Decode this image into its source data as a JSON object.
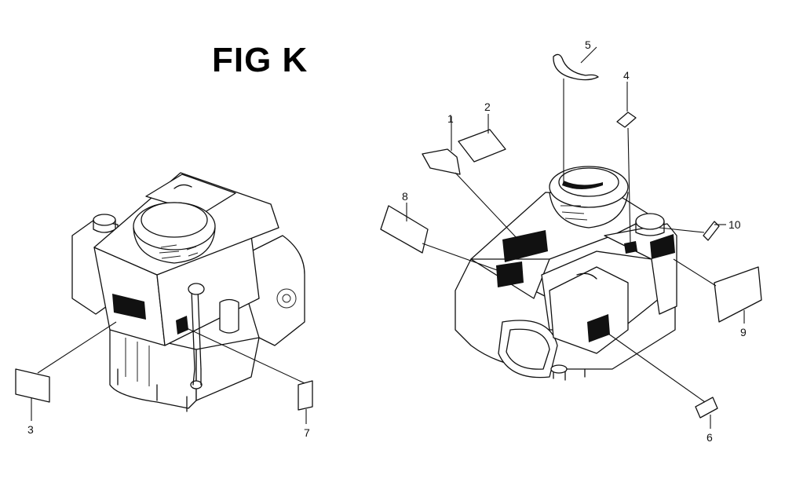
{
  "figure": {
    "title": "FIG K"
  },
  "callouts": [
    {
      "id": "1",
      "label": "1"
    },
    {
      "id": "2",
      "label": "2"
    },
    {
      "id": "3",
      "label": "3"
    },
    {
      "id": "4",
      "label": "4"
    },
    {
      "id": "5",
      "label": "5"
    },
    {
      "id": "6",
      "label": "6"
    },
    {
      "id": "7",
      "label": "7"
    },
    {
      "id": "8",
      "label": "8"
    },
    {
      "id": "9",
      "label": "9"
    },
    {
      "id": "10",
      "label": "10"
    }
  ]
}
